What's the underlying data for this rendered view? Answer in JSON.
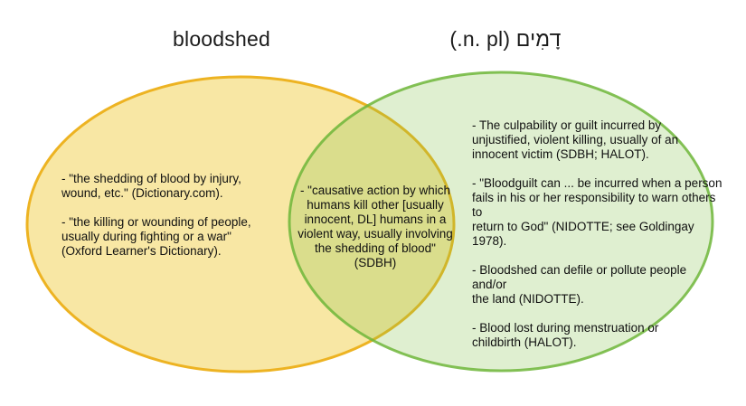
{
  "diagram": {
    "type": "venn-2-circle",
    "background_color": "#ffffff",
    "text_color": "#101010",
    "left": {
      "title": "bloodshed",
      "fill": "#F0CA35",
      "stroke": "#EDB322",
      "items": [
        "- \"the shedding of blood by injury,\nwound, etc.\" (Dictionary.com).",
        "- \"the killing or wounding of people,\nusually during fighting or a war\"\n(Oxford Learner's Dictionary)."
      ]
    },
    "overlap": {
      "items": [
        "- \"causative action by which\nhumans kill other [usually\ninnocent, DL] humans in a\nviolent way, usually involving\nthe shedding of blood\" (SDBH)"
      ]
    },
    "right": {
      "title": "דָמִים (n. pl.)",
      "fill": "#7FBE45",
      "stroke": "#6FB63A",
      "items": [
        "- The culpability or guilt incurred by\nunjustified, violent killing, usually of an\ninnocent victim (SDBH; HALOT).",
        "- \"Bloodguilt can ... be incurred when a person\nfails in his or her responsibility to warn others to\nreturn to God\" (NIDOTTE; see Goldingay 1978).",
        "- Bloodshed can defile or pollute people and/or\nthe land (NIDOTTE).",
        "- Blood lost during menstruation or\nchildbirth (HALOT)."
      ]
    }
  }
}
